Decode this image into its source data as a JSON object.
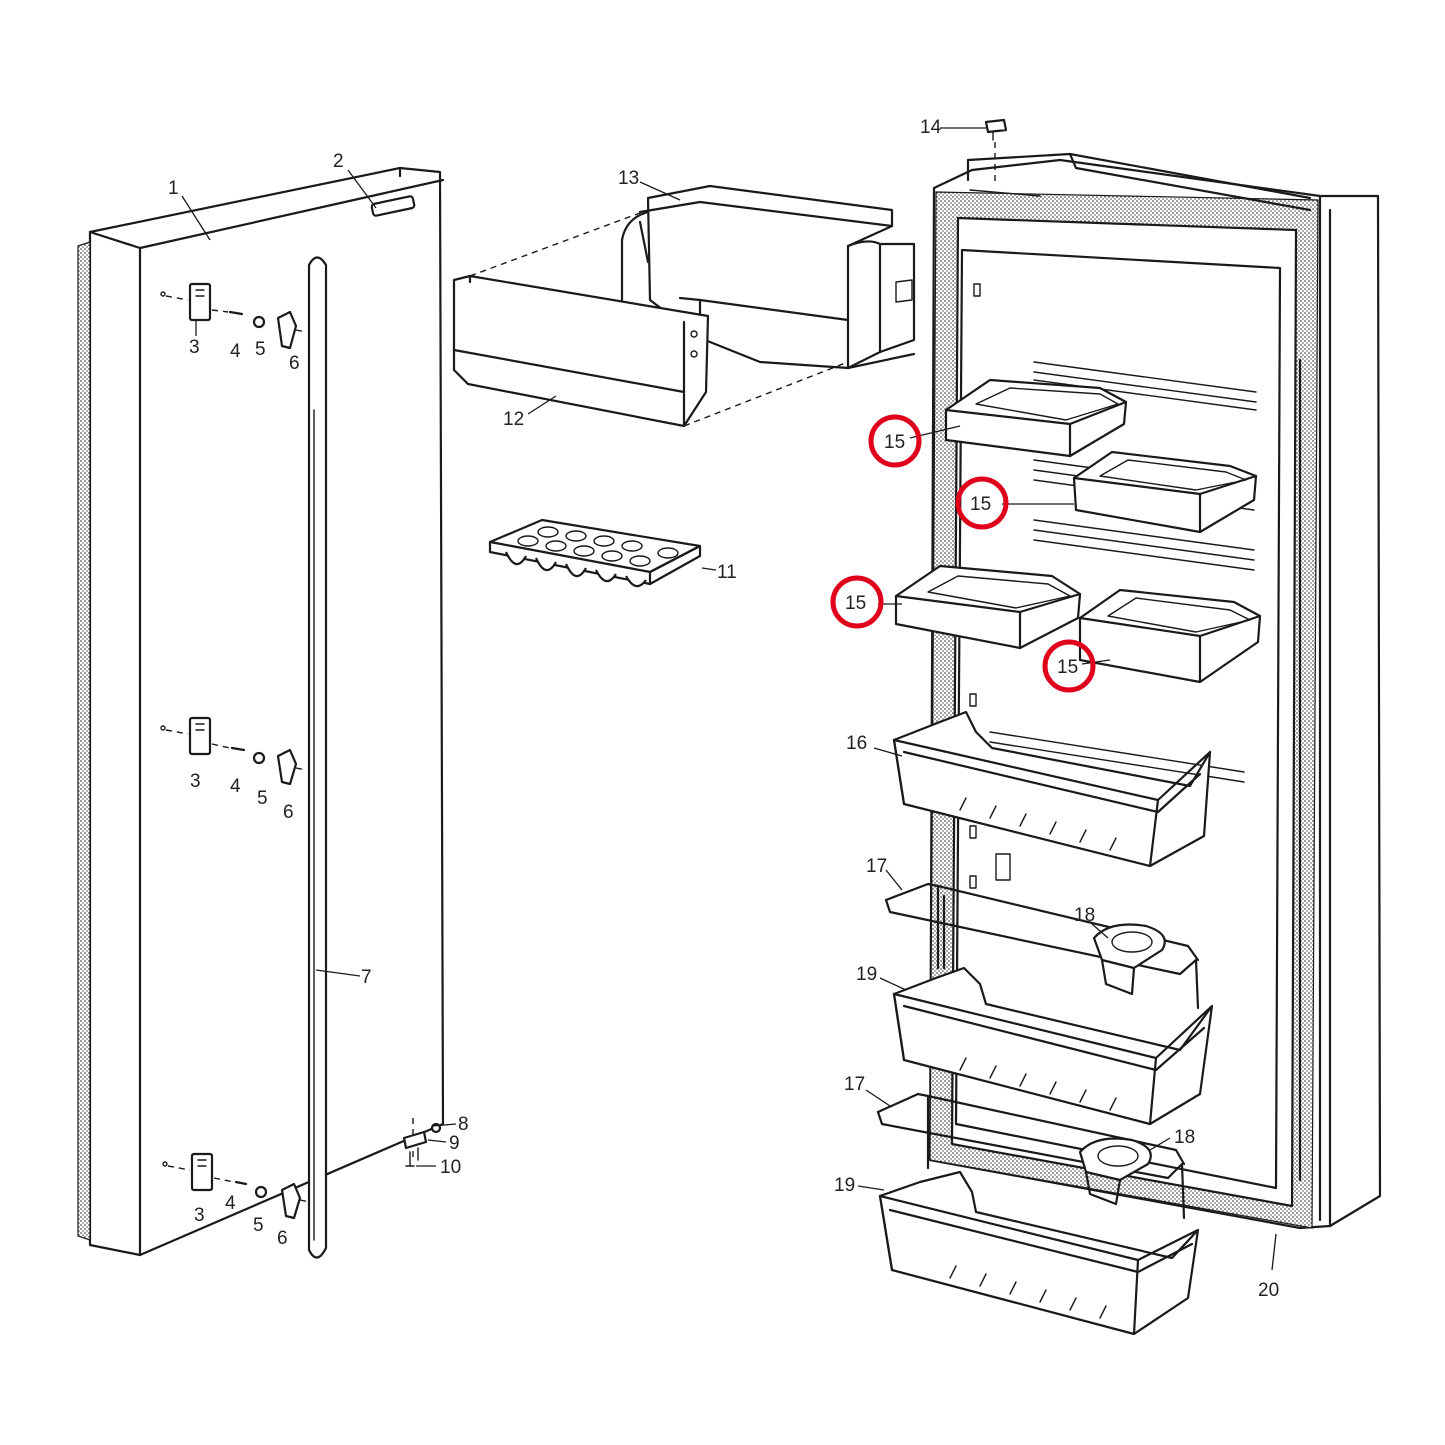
{
  "colors": {
    "line": "#1a1a1a",
    "label": "#222222",
    "highlight": "#e0001b",
    "background": "#ffffff"
  },
  "callouts": {
    "c1": "1",
    "c2": "2",
    "c3": "3",
    "c4": "4",
    "c5": "5",
    "c6": "6",
    "c7": "7",
    "c8": "8",
    "c9": "9",
    "c10": "10",
    "c11": "11",
    "c12": "12",
    "c13": "13",
    "c14": "14",
    "c15": "15",
    "c16": "16",
    "c17": "17",
    "c18": "18",
    "c19": "19",
    "c20": "20"
  },
  "highlighted_part": "15"
}
